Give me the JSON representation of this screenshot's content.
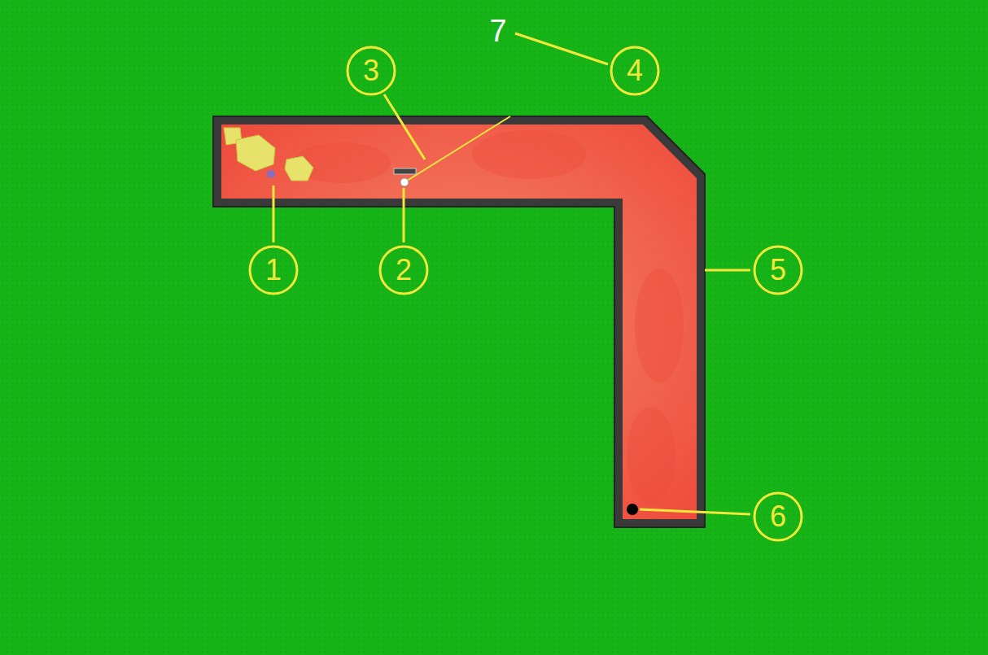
{
  "diagram": {
    "nodes": [
      {
        "text": [
          "1"
        ]
      },
      {
        "text": [
          "2"
        ]
      },
      {
        "text": [
          "3"
        ]
      },
      {
        "text": [
          "4"
        ]
      },
      {
        "text": [
          "5"
        ]
      },
      {
        "text": [
          "6"
        ]
      }
    ],
    "labels": [
      "7"
    ]
  }
}
